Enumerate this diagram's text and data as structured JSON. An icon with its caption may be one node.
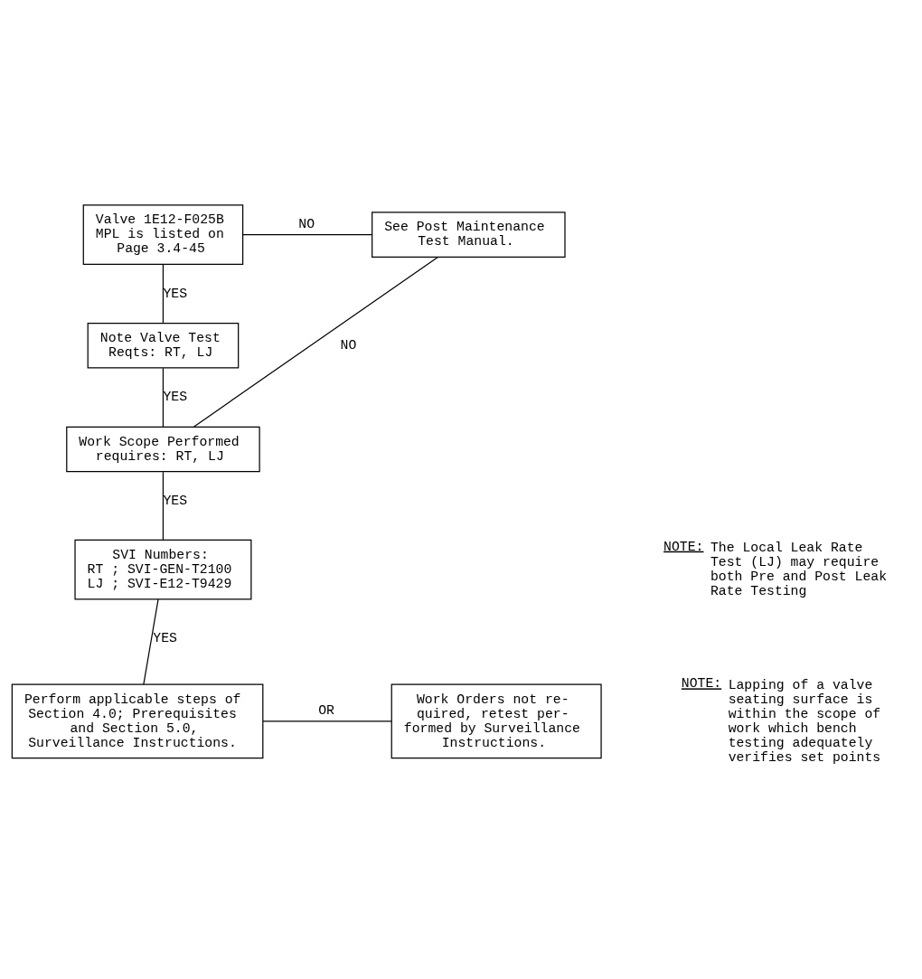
{
  "diagram": {
    "nodes": [
      {
        "text": [
          "Valve 1E12-F025B MPL is listed on Page 3.4-45"
        ]
      },
      {
        "text": [
          "See Post Maintenance Test Manual."
        ]
      },
      {
        "text": [
          "Note Valve Test Reqts: RT, LJ"
        ]
      },
      {
        "text": [
          "Work Scope Performed requires: RT, LJ"
        ]
      },
      {
        "text": [
          "SVI Numbers:",
          "RT ; SVI-GEN-T2100",
          "LJ ; SVI-E12-T9429"
        ]
      },
      {
        "text": [
          "Perform applicable steps of Section 4.0; Prerequisites and Section 5.0, Surveillance Instructions."
        ]
      },
      {
        "text": [
          "Work Orders not re- quired, retest per- formed by Surveillance Instructions."
        ]
      }
    ],
    "edges": [
      {
        "from": 0,
        "to": 1,
        "arrow": "none",
        "label": "NO"
      },
      {
        "from": 0,
        "to": 2,
        "arrow": "none",
        "label": "YES"
      },
      {
        "from": 2,
        "to": 3,
        "arrow": "none",
        "label": "YES"
      },
      {
        "from": 3,
        "to": 1,
        "arrow": "none",
        "label": "NO"
      },
      {
        "from": 3,
        "to": 4,
        "arrow": "none",
        "label": "YES"
      },
      {
        "from": 4,
        "to": 5,
        "arrow": "none",
        "label": "YES"
      },
      {
        "from": 5,
        "to": 6,
        "arrow": "none",
        "label": "OR"
      }
    ],
    "labels": [
      "NOTE:",
      "The Local Leak Rate Test (LJ) may require both Pre and Post Leak Rate Testing",
      "NOTE:",
      "Lapping of a valve seating surface is within the scope of work which bench testing adequately verifies set points"
    ]
  }
}
